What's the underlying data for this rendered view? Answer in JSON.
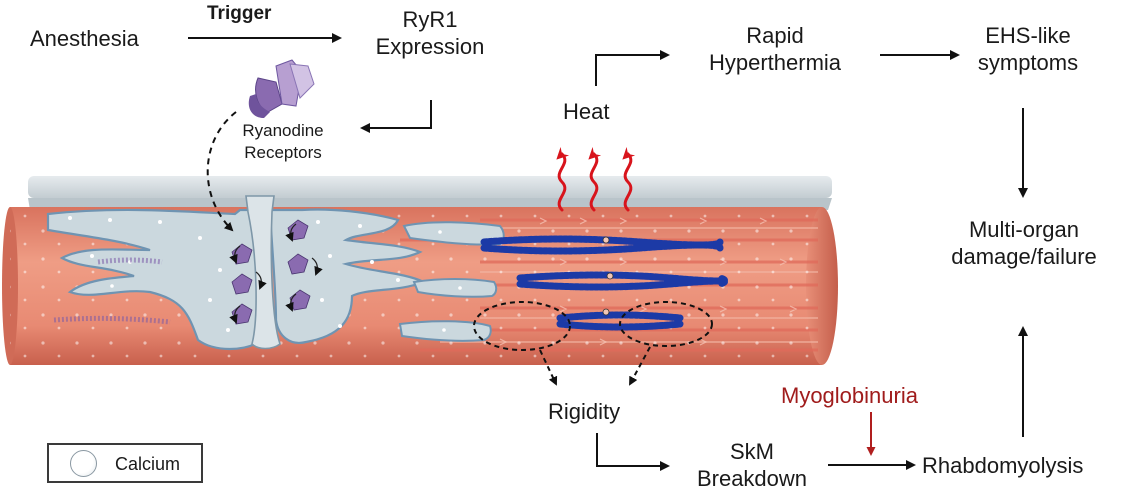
{
  "labels": {
    "anesthesia": "Anesthesia",
    "trigger": "Trigger",
    "ryr1_line1": "RyR1",
    "ryr1_line2": "Expression",
    "ryanodine_line1": "Ryanodine",
    "ryanodine_line2": "Receptors",
    "heat": "Heat",
    "hyperthermia_line1": "Rapid",
    "hyperthermia_line2": "Hyperthermia",
    "ehs_line1": "EHS-like",
    "ehs_line2": "symptoms",
    "multiorgan_line1": "Multi-organ",
    "multiorgan_line2": "damage/failure",
    "rigidity": "Rigidity",
    "skm_line1": "SkM",
    "skm_line2": "Breakdown",
    "myoglobinuria": "Myoglobinuria",
    "rhabdomyolysis": "Rhabdomyolysis"
  },
  "legend": {
    "icon": "calcium-ion-icon",
    "label": "Calcium"
  },
  "colors": {
    "arrow": "#111111",
    "heat_arrow": "#d8141c",
    "myoglobinuria_text": "#a01c1c",
    "muscle_fiber": "#e8907a",
    "sarcoplasmic_reticulum": "#c9d6dc",
    "membrane": "#d4dadd",
    "myofilament": "#1f3fa8",
    "receptor": "#8c6bb0"
  }
}
